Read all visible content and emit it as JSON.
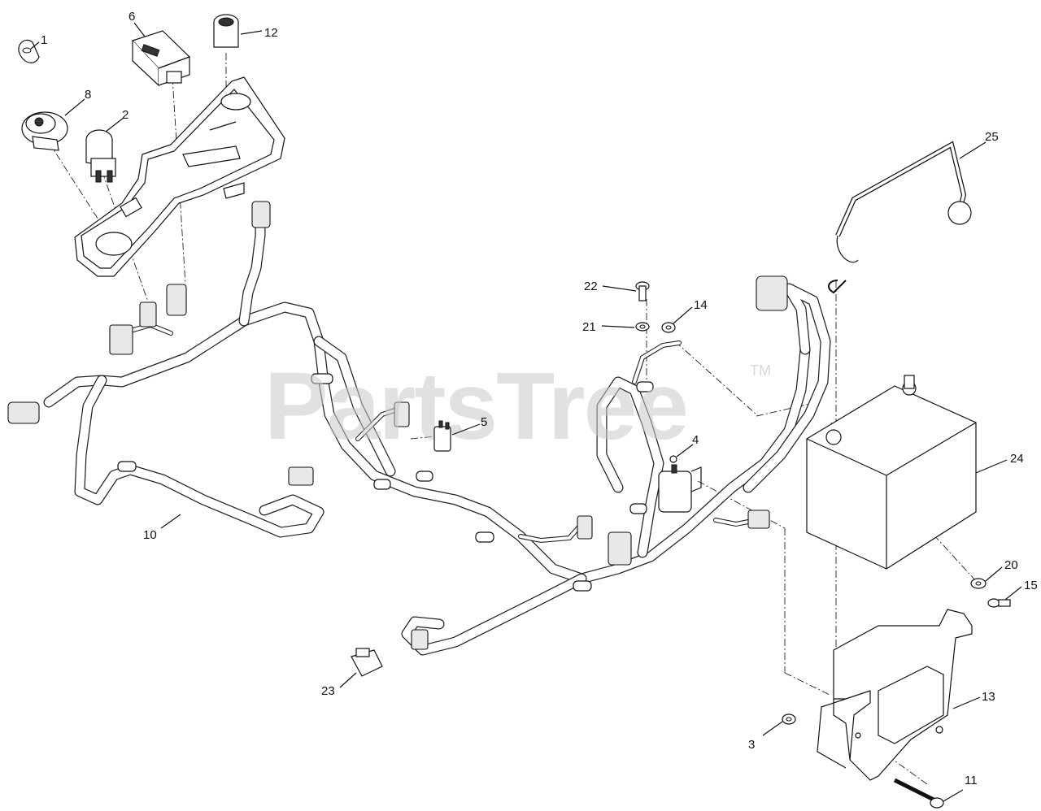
{
  "watermark": {
    "text": "PartsTree",
    "trademark": "TM"
  },
  "callouts": {
    "c1": "1",
    "c2": "2",
    "c3": "3",
    "c4": "4",
    "c5": "5",
    "c6": "6",
    "c8": "8",
    "c10": "10",
    "c11": "11",
    "c12": "12",
    "c13": "13",
    "c14": "14",
    "c15": "15",
    "c20": "20",
    "c21": "21",
    "c22": "22",
    "c23": "23",
    "c24": "24",
    "c25": "25"
  }
}
